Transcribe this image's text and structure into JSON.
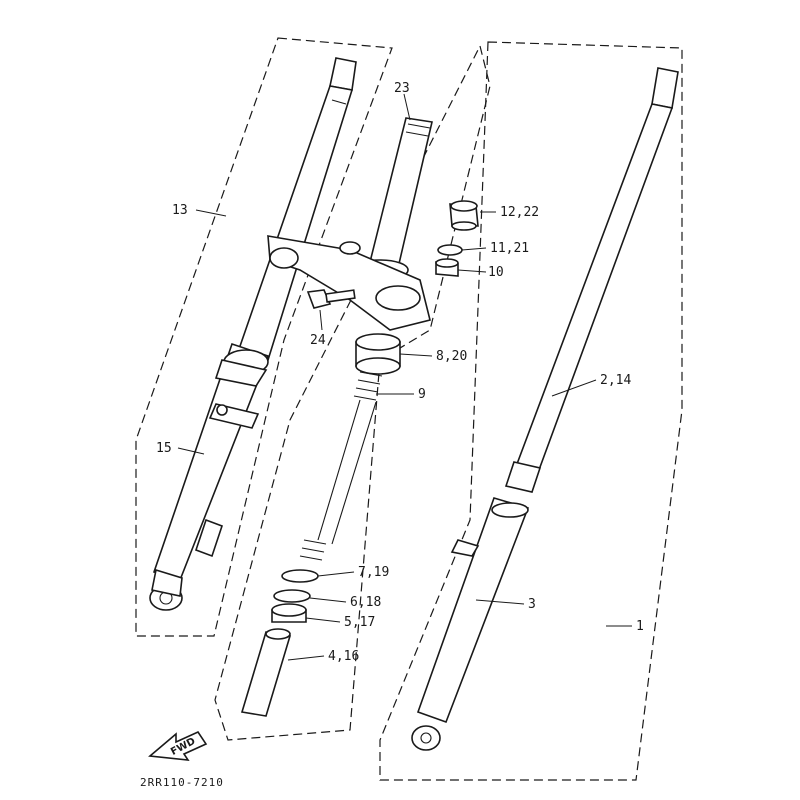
{
  "diagram": {
    "labels": [
      {
        "id": "13",
        "text": "13"
      },
      {
        "id": "15",
        "text": "15"
      },
      {
        "id": "23",
        "text": "23"
      },
      {
        "id": "12_22",
        "text": "12,22"
      },
      {
        "id": "11_21",
        "text": "11,21"
      },
      {
        "id": "10",
        "text": "10"
      },
      {
        "id": "24",
        "text": "24"
      },
      {
        "id": "8_20",
        "text": "8,20"
      },
      {
        "id": "9",
        "text": "9"
      },
      {
        "id": "2_14",
        "text": "2,14"
      },
      {
        "id": "7_19",
        "text": "7,19"
      },
      {
        "id": "6_18",
        "text": "6,18"
      },
      {
        "id": "3",
        "text": "3"
      },
      {
        "id": "5_17",
        "text": "5,17"
      },
      {
        "id": "1",
        "text": "1"
      },
      {
        "id": "4_16",
        "text": "4,16"
      }
    ],
    "fwd_arrow": "FWD",
    "drawing_code": "2RR110-7210"
  }
}
